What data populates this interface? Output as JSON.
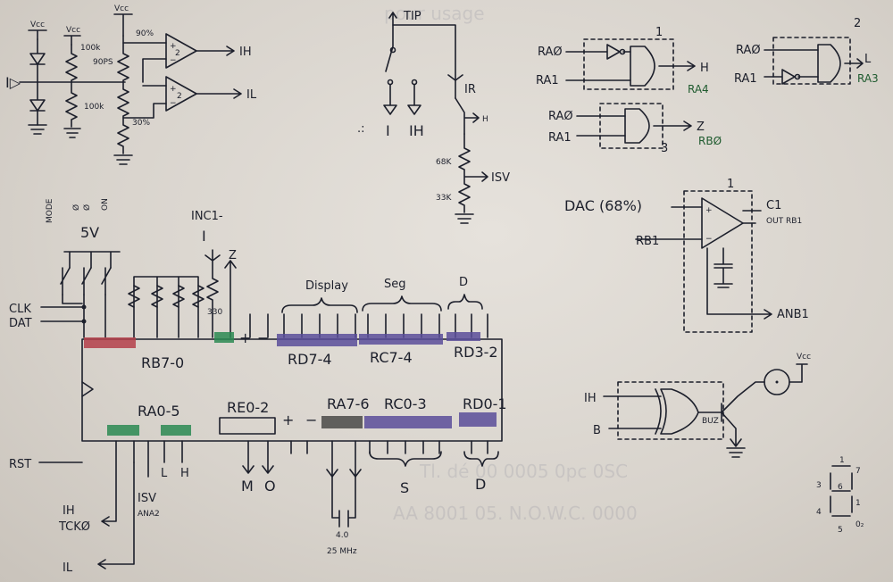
{
  "colors": {
    "ink": "#1c1f2b",
    "red_band": "#b4404a",
    "green_band": "#2c8a52",
    "purple_band": "#5b4d9a",
    "gray_band": "#4a4a48",
    "green_ink": "#1e5a2e"
  },
  "top_left": {
    "vcc1": "Vcc",
    "vcc2": "Vcc",
    "vcc3": "Vcc",
    "input": "I▷",
    "r1": "100k",
    "r1_sub": "90PS",
    "r2": "100k",
    "pct1": "90%",
    "pct2": "30%",
    "out1": "IH",
    "out2": "IL"
  },
  "tip": {
    "tip_label": "TIP",
    "ir": "IR",
    "h": "H",
    "i": "I",
    "ih": "IH",
    "r68": "68K",
    "r33": "33K",
    "isv": "ISV"
  },
  "gates": {
    "g1_num": "1",
    "g1_in1": "RAØ",
    "g1_in2": "RA1",
    "g1_out": "H",
    "g1_pin": "RA4",
    "g2_num": "2",
    "g2_in1": "RAØ",
    "g2_in2": "RA1",
    "g2_out": "L",
    "g2_pin": "RA3",
    "g3_num": "3",
    "g3_in1": "RAØ",
    "g3_in2": "RA1",
    "g3_out": "Z",
    "g3_pin": "RBØ"
  },
  "dac": {
    "num": "1",
    "label": "DAC (68%)",
    "in2": "RB1",
    "out1": "C1",
    "out2": "OUT RB1",
    "out3": "ANB1"
  },
  "mcu": {
    "dip_labels": [
      "MODE",
      "Ø",
      "Ø",
      "ON"
    ],
    "five_v": "5V",
    "clk": "CLK",
    "dat": "DAT",
    "rst": "RST",
    "inc": "INC1-",
    "i_top": "I",
    "z": "Z",
    "r330": "330",
    "plus": "+",
    "minus": "−",
    "top_ports": [
      "RB7-0",
      "RD7-4",
      "RC7-4",
      "RD3-2"
    ],
    "bottom_ports": [
      "RA0-5",
      "RE0-2",
      "RA7-6",
      "RC0-3",
      "RD0-1"
    ],
    "group_display": "Display",
    "group_seg": "Seg",
    "group_d": "D",
    "group_s": "S",
    "group_d2": "D",
    "bottom_l": "L",
    "bottom_h": "H",
    "bottom_m": "M",
    "bottom_o": "O",
    "isv": "ISV",
    "anb2": "ANA2",
    "ih": "IH",
    "tck": "TCKØ",
    "il": "IL",
    "crystal": "4.0",
    "mhz": "25 MHz"
  },
  "xor": {
    "in1": "IH",
    "in2": "B",
    "bjt": "BUZ",
    "vcc": "Vcc"
  },
  "seven_seg": {
    "top": "1",
    "right_top": "7",
    "left_top": "3",
    "center": "6",
    "left_bot": "4",
    "right_bot": "1",
    "bottom": "5",
    "dp": "0₂"
  },
  "bleed_text": [
    "pour usage",
    "Tl. dé 00 0005 0pc 0SC",
    "AA 8001 05. N.O.W.C. 0000"
  ]
}
